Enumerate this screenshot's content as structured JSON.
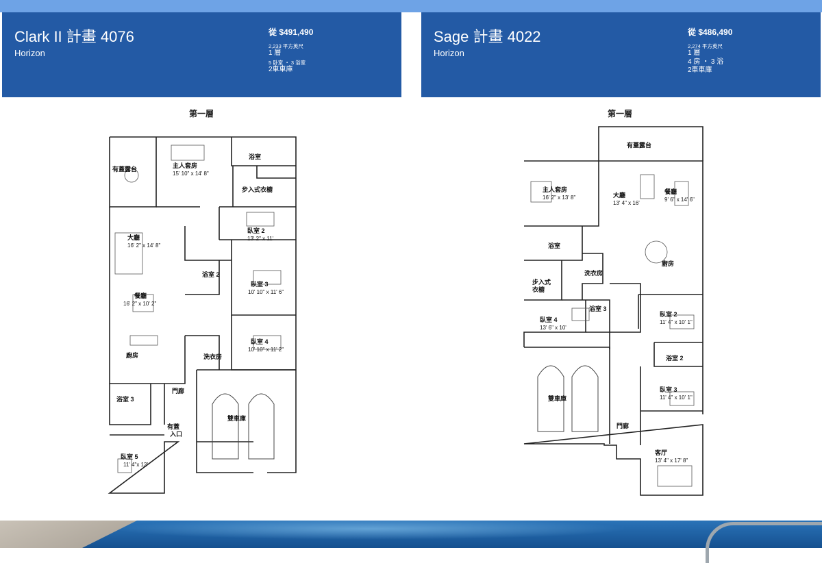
{
  "plans": [
    {
      "title": "Clark II 計畫 4076",
      "community": "Horizon",
      "price": "從 $491,490",
      "sqft": "2,233 平方英尺",
      "stories": "1 層",
      "beds_baths": "5 卧室 ・ 3 浴室",
      "garage": "2車車庫",
      "floor_label": "第一層",
      "rooms": {
        "covered_patio": "有蓋露台",
        "master": "主人套房",
        "master_dim": "15' 10\" x 14' 8\"",
        "bath": "浴室",
        "walkin": "步入式衣櫥",
        "great_room": "大廳",
        "great_dim": "16' 2\" x 14' 8\"",
        "bed2": "臥室 2",
        "bed2_dim": "13' 2\" x 11'",
        "bath2": "浴室 2",
        "bed3": "臥室 3",
        "bed3_dim": "10' 10\" x 11' 6\"",
        "dining": "餐廳",
        "dining_dim": "16' 2\" x 10' 2\"",
        "bed4": "臥室 4",
        "bed4_dim": "10' 10\" x 11' 2\"",
        "kitchen": "廚房",
        "laundry": "洗衣房",
        "bath3": "浴室 3",
        "foyer": "門廊",
        "garage": "雙車庫",
        "entry": "有蓋",
        "entry2": "入口",
        "bed5": "臥室 5",
        "bed5_dim": "11' 4\"x 12'"
      }
    },
    {
      "title": "Sage 計畫 4022",
      "community": "Horizon",
      "price": "從 $486,490",
      "sqft": "2,274 平方英尺",
      "stories": "1 層",
      "beds_baths": "4 房 ・ 3 浴",
      "garage": "2車車庫",
      "floor_label": "第一層",
      "rooms": {
        "covered_patio": "有蓋露台",
        "master": "主人套房",
        "master_dim": "16' 2\" x 13' 8\"",
        "great_room": "大廳",
        "great_dim": "13' 4\" x 16'",
        "dining": "餐廳",
        "dining_dim": "9' 6\" x 14' 6\"",
        "bath": "浴室",
        "kitchen": "廚房",
        "laundry": "洗衣房",
        "walkin": "步入式",
        "walkin2": "衣櫥",
        "bath3": "浴室 3",
        "bed4": "臥室 4",
        "bed4_dim": "13' 6\" x 10'",
        "bed2": "臥室 2",
        "bed2_dim": "11' 4\" x 10' 1\"",
        "bath2": "浴室 2",
        "garage": "雙車庫",
        "bed3": "臥室 3",
        "bed3_dim": "11' 4\" x 10' 1\"",
        "foyer": "門廊",
        "living": "客厅",
        "living_dim": "13' 4\" x 17' 8\""
      }
    }
  ]
}
